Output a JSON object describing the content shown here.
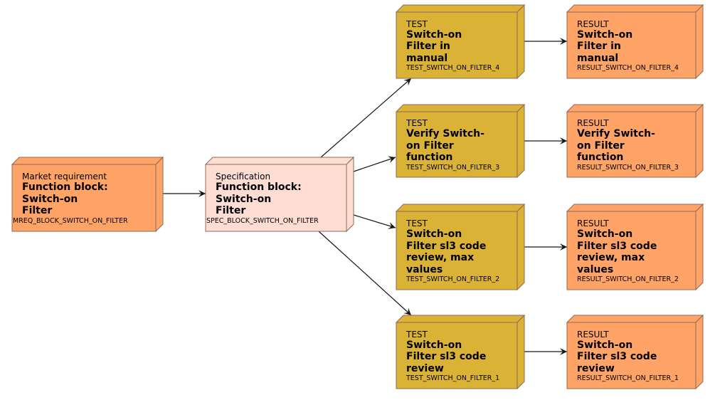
{
  "colors": {
    "requirement": "#FFA366",
    "specification": "#FFDDD3",
    "test": "#D9B236",
    "result": "#FFA366",
    "border": "#8F6A55",
    "edge": "#181818"
  },
  "nodes": [
    {
      "key": "mreq",
      "kind": "requirement",
      "stereotype": "Market requirement",
      "title": [
        "Function block:",
        "Switch-on",
        "Filter"
      ],
      "id": "MREQ_BLOCK_SWITCH_ON_FILTER"
    },
    {
      "key": "spec",
      "kind": "specification",
      "stereotype": "Specification",
      "title": [
        "Function block:",
        "Switch-on",
        "Filter"
      ],
      "id": "SPEC_BLOCK_SWITCH_ON_FILTER"
    },
    {
      "key": "test4",
      "kind": "test",
      "stereotype": "TEST",
      "title": [
        "Switch-on",
        "Filter in",
        "manual"
      ],
      "id": "TEST_SWITCH_ON_FILTER_4"
    },
    {
      "key": "test3",
      "kind": "test",
      "stereotype": "TEST",
      "title": [
        "Verify Switch-",
        "on Filter",
        "function"
      ],
      "id": "TEST_SWITCH_ON_FILTER_3"
    },
    {
      "key": "test2",
      "kind": "test",
      "stereotype": "TEST",
      "title": [
        "Switch-on",
        "Filter sl3 code",
        "review, max",
        "values"
      ],
      "id": "TEST_SWITCH_ON_FILTER_2"
    },
    {
      "key": "test1",
      "kind": "test",
      "stereotype": "TEST",
      "title": [
        "Switch-on",
        "Filter sl3 code",
        "review"
      ],
      "id": "TEST_SWITCH_ON_FILTER_1"
    },
    {
      "key": "res4",
      "kind": "result",
      "stereotype": "RESULT",
      "title": [
        "Switch-on",
        "Filter in",
        "manual"
      ],
      "id": "RESULT_SWITCH_ON_FILTER_4"
    },
    {
      "key": "res3",
      "kind": "result",
      "stereotype": "RESULT",
      "title": [
        "Verify Switch-",
        "on Filter",
        "function"
      ],
      "id": "RESULT_SWITCH_ON_FILTER_3"
    },
    {
      "key": "res2",
      "kind": "result",
      "stereotype": "RESULT",
      "title": [
        "Switch-on",
        "Filter sl3 code",
        "review, max",
        "values"
      ],
      "id": "RESULT_SWITCH_ON_FILTER_2"
    },
    {
      "key": "res1",
      "kind": "result",
      "stereotype": "RESULT",
      "title": [
        "Switch-on",
        "Filter sl3 code",
        "review"
      ],
      "id": "RESULT_SWITCH_ON_FILTER_1"
    }
  ],
  "edges": [
    {
      "from": "mreq",
      "to": "spec"
    },
    {
      "from": "spec",
      "to": "test4"
    },
    {
      "from": "spec",
      "to": "test3"
    },
    {
      "from": "spec",
      "to": "test2"
    },
    {
      "from": "spec",
      "to": "test1"
    },
    {
      "from": "test4",
      "to": "res4"
    },
    {
      "from": "test3",
      "to": "res3"
    },
    {
      "from": "test2",
      "to": "res2"
    },
    {
      "from": "test1",
      "to": "res1"
    }
  ]
}
